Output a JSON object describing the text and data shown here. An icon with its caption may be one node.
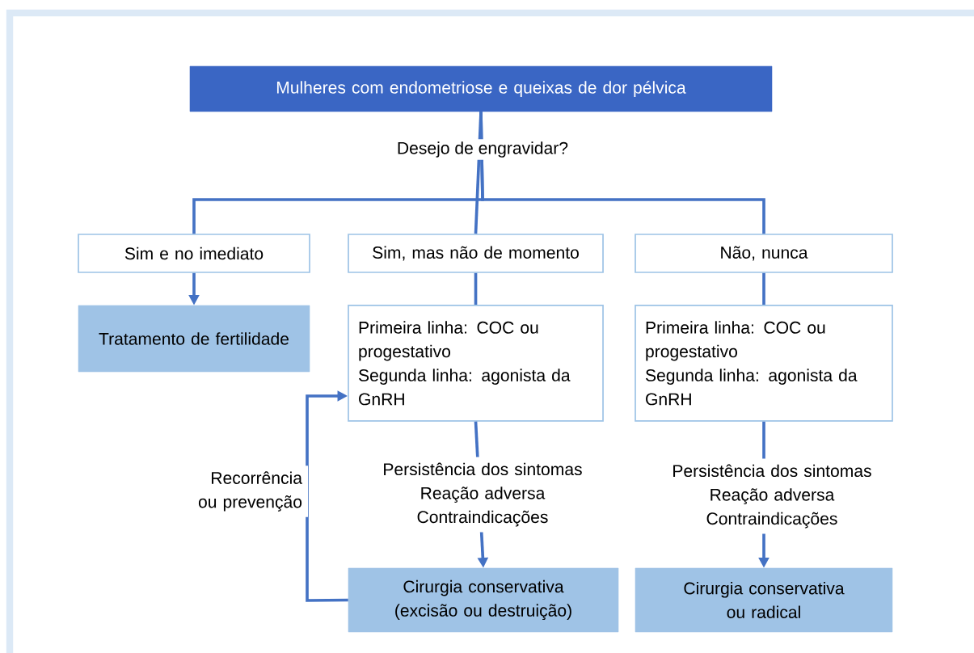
{
  "diagram": {
    "nodes": [
      {
        "text": [
          "Mulheres com endometriose e queixas de dor pélvica"
        ]
      },
      {
        "text": [
          "Sim e no imediato"
        ]
      },
      {
        "text": [
          "Sim, mas não de momento"
        ]
      },
      {
        "text": [
          "Não, nunca"
        ]
      },
      {
        "text": [
          "Tratamento de fertilidade"
        ]
      },
      {
        "text": [
          "Primeira linha: COC ou progestativo",
          "Segunda linha: agonista da GnRH"
        ]
      },
      {
        "text": [
          "Primeira linha: COC ou progestativo",
          "Segunda linha: agonista da GnRH"
        ]
      },
      {
        "text": [
          "Cirurgia conservativa (excisão ou destruição)"
        ]
      },
      {
        "text": [
          "Cirurgia conservativa ou radical"
        ]
      }
    ],
    "edges": [
      {
        "from": 0,
        "to": 1,
        "arrow": "none"
      },
      {
        "from": 0,
        "to": 2,
        "arrow": "none",
        "label": "Desejo de engravidar?"
      },
      {
        "from": 0,
        "to": 3,
        "arrow": "none"
      },
      {
        "from": 1,
        "to": 4,
        "arrow": "to"
      },
      {
        "from": 2,
        "to": 5,
        "arrow": "none"
      },
      {
        "from": 3,
        "to": 6,
        "arrow": "none"
      },
      {
        "from": 5,
        "to": 7,
        "arrow": "to",
        "label": "Persistência dos sintomas Reação adversa Contraindicações"
      },
      {
        "from": 6,
        "to": 8,
        "arrow": "to",
        "label": "Persistência dos sintomas Reação adversa Contraindicações"
      },
      {
        "from": 7,
        "to": 5,
        "arrow": "to",
        "label": "Recorrência ou prevenção"
      }
    ]
  }
}
